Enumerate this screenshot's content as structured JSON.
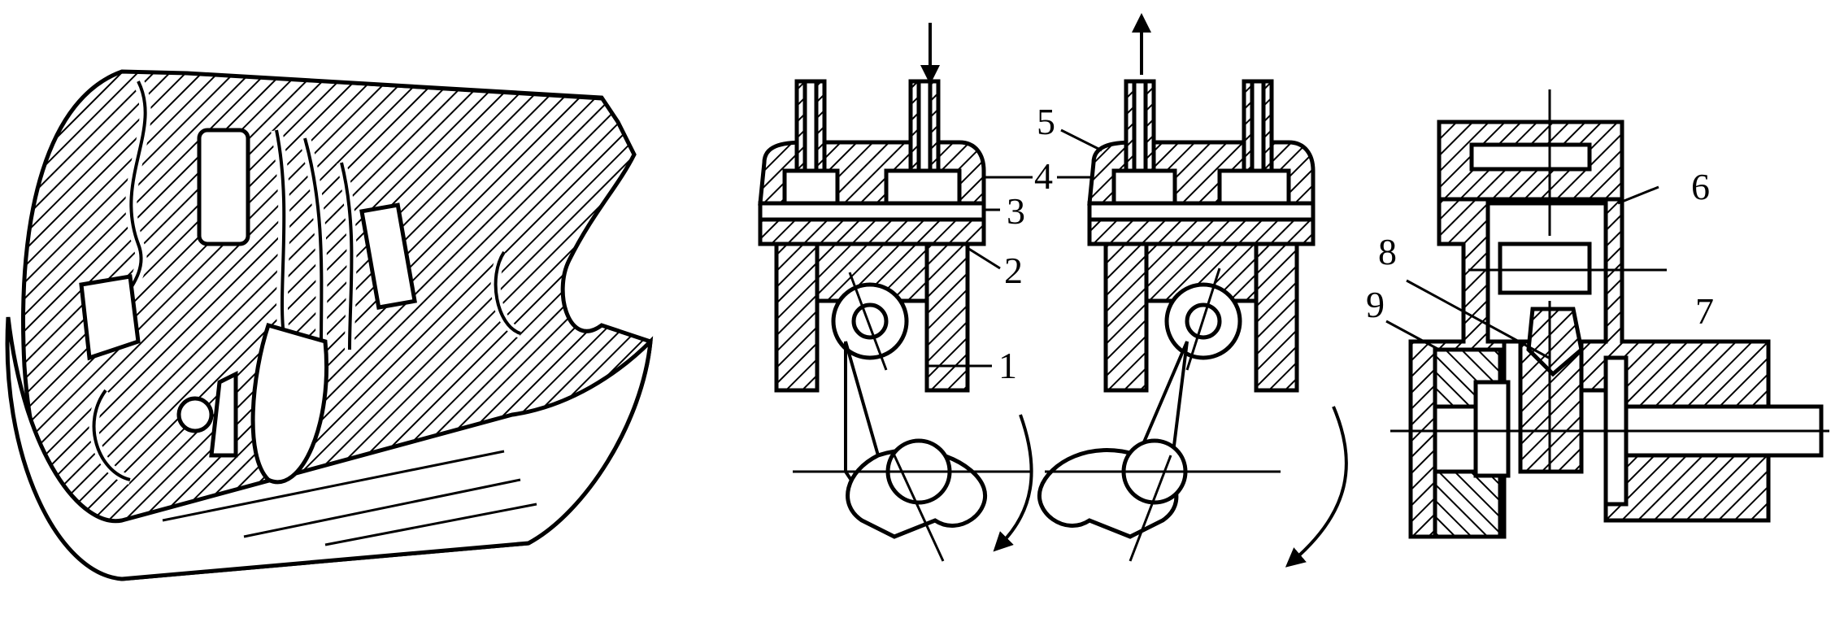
{
  "figure": {
    "labels": [
      {
        "id": "1",
        "text": "1"
      },
      {
        "id": "2",
        "text": "2"
      },
      {
        "id": "3",
        "text": "3"
      },
      {
        "id": "4",
        "text": "4"
      },
      {
        "id": "5",
        "text": "5"
      },
      {
        "id": "6",
        "text": "6"
      },
      {
        "id": "7",
        "text": "7"
      },
      {
        "id": "8",
        "text": "8"
      },
      {
        "id": "9",
        "text": "9"
      }
    ]
  },
  "colors": {
    "line": "#000000",
    "background": "#ffffff"
  }
}
